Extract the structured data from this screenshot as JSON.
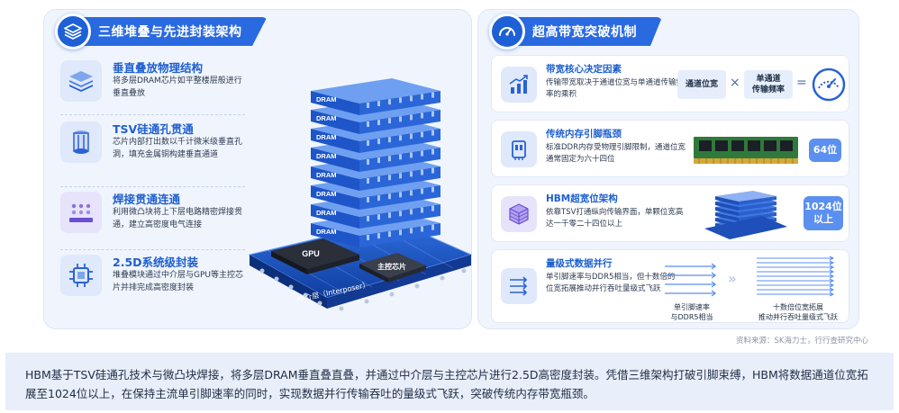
{
  "left_panel": {
    "title": "三维堆叠与先进封装架构",
    "features": [
      {
        "title": "垂直叠放物理结构",
        "desc": "将多层DRAM芯片如平整楼层般进行垂直叠放",
        "icon": "stacked-layers-icon"
      },
      {
        "title": "TSV硅通孔贯通",
        "desc": "芯片内部打出数以千计微米级垂直孔洞，填充金属铜构建垂直通道",
        "icon": "tsv-pillar-icon"
      },
      {
        "title": "焊接贯通连通",
        "desc": "利用微凸块将上下层电路精密焊接贯通，建立高密度电气连接",
        "icon": "micro-bump-icon"
      },
      {
        "title": "2.5D系统级封装",
        "desc": "堆叠模块通过中介层与GPU等主控芯片并排完成高密度封装",
        "icon": "chip-package-icon"
      }
    ],
    "illustration": {
      "dram_label": "DRAM",
      "gpu_label": "GPU",
      "controller_label": "主控芯片",
      "interposer_label": "中介层（Interposer）"
    }
  },
  "right_panel": {
    "title": "超高带宽突破机制",
    "cards": [
      {
        "title": "带宽核心决定因素",
        "desc": "传输带宽取决于通道位宽与单通道传输频率的乘积",
        "icon": "bar-chart-up-icon",
        "formula": {
          "a": "通道位宽",
          "op1": "×",
          "b": "单通道\n传输频率",
          "op2": "="
        }
      },
      {
        "title": "传统内存引脚瓶颈",
        "desc": "标准DDR内存受物理引脚限制，通道位宽通常固定为六十四位",
        "icon": "memory-chip-icon",
        "badge": "64位"
      },
      {
        "title": "HBM超宽位架构",
        "desc": "依靠TSV打通纵向传输界面，单颗位宽高达一千零二十四位以上",
        "icon": "cube-stack-icon",
        "badge": "1024位\n以上"
      },
      {
        "title": "量级式数据并行",
        "desc": "单引脚速率与DDR5相当，但十数倍的位宽拓展推动并行吞吐量级式飞跃",
        "icon": "parallel-arrows-icon",
        "left_caption": "单引脚速率\n与DDR5相当",
        "right_caption": "十数倍位宽拓展\n推动并行吞吐量级式飞跃"
      }
    ]
  },
  "source": "资料来源：SK海力士，行行查研究中心",
  "summary": "HBM基于TSV硅通孔技术与微凸块焊接，将多层DRAM垂直叠直叠，并通过中介层与主控芯片进行2.5D高密度封装。凭借三维架构打破引脚束缚，HBM将数据通道位宽拓展至1024位以上，在保持主流单引脚速率的同时，实现数据并行传输吞吐的量级式飞跃，突破传统内存带宽瓶颈。",
  "colors": {
    "accent": "#1e60d6",
    "panel_bg": "#f0f5fd",
    "summary_bg": "#e8eefa"
  }
}
